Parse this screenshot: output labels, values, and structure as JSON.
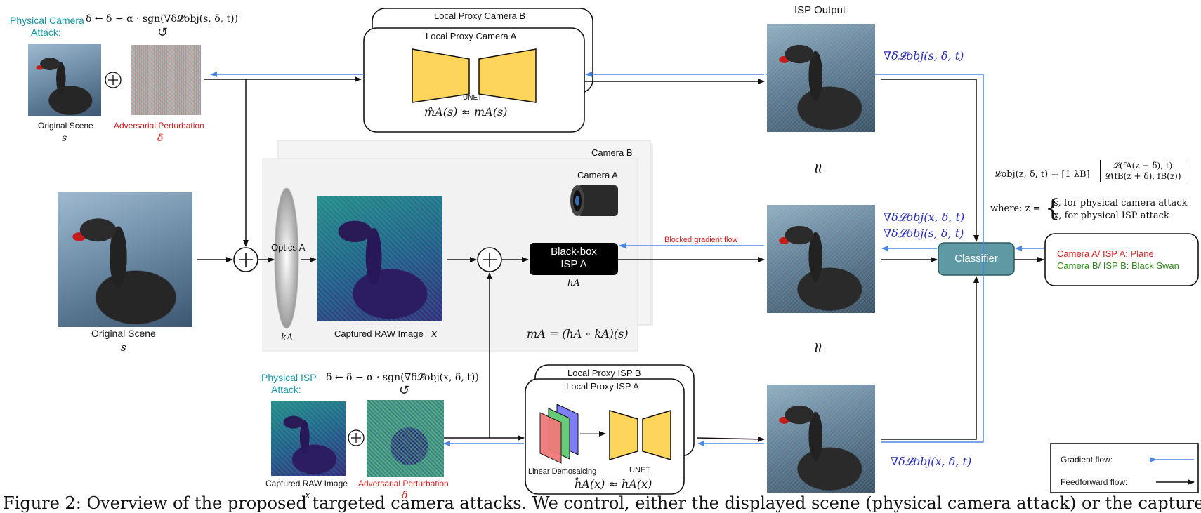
{
  "physical_camera_attack": {
    "title_line1": "Physical Camera",
    "title_line2": "Attack:",
    "update_rule": "δ ← δ − α · sgn(∇δ𝓛̂obj(s, δ, t))",
    "loop_symbol": "↺",
    "plus": "+",
    "original_scene_label": "Original Scene",
    "original_scene_var": "s",
    "perturbation_label": "Adversarial Perturbation",
    "perturbation_var": "δ"
  },
  "proxy_camera": {
    "back_label": "Local Proxy Camera B",
    "front_label": "Local Proxy Camera A",
    "unet_label": "UNET",
    "equation": "m̂A(s) ≈ mA(s)"
  },
  "camera_pipeline": {
    "camera_b_label": "Camera B",
    "camera_a_label": "Camera A",
    "optics_label": "Optics A",
    "optics_var": "kA",
    "raw_label": "Captured RAW Image",
    "raw_var": "x",
    "isp_label_line1": "Black-box",
    "isp_label_line2": "ISP A",
    "isp_var": "hA",
    "equation": "mA = (hA ∘ kA)(s)",
    "blocked_label": "Blocked gradient flow",
    "scene_label": "Original Scene",
    "scene_var": "s"
  },
  "physical_isp_attack": {
    "title_line1": "Physical ISP",
    "title_line2": "Attack:",
    "update_rule": "δ ← δ − α · sgn(∇δ𝓛̂obj(x, δ, t))",
    "loop_symbol": "↺",
    "plus": "+",
    "raw_label": "Captured RAW Image",
    "raw_var": "x",
    "perturbation_label": "Adversarial Perturbation",
    "perturbation_var": "δ"
  },
  "proxy_isp": {
    "back_label": "Local Proxy ISP B",
    "front_label": "Local Proxy ISP A",
    "demosaic_label": "Linear Demosaicing",
    "unet_label": "UNET",
    "equation": "ĥA(x) ≈ hA(x)"
  },
  "isp_output": {
    "title": "ISP Output",
    "approx_symbol": "≈",
    "grad_top": "∇δ𝓛̂obj(s, δ, t)",
    "grad_mid_1": "∇δ𝓛obj(x, δ, t)",
    "grad_mid_2": "∇δ𝓛obj(s, δ, t)",
    "grad_bottom": "∇δ𝓛̂obj(x, δ, t)"
  },
  "classifier": {
    "label": "Classifier",
    "loss_lhs": "𝓛obj(z, δ, t) = [1   λB]",
    "loss_row1": "𝓛(fA(z + δ), t)",
    "loss_row2": "𝓛(fB(z + δ), fB(z))",
    "where_prefix": "where: z =",
    "where_case1": "s,   for physical camera attack",
    "where_case2": "x,   for physical ISP attack",
    "result_a": "Camera A/ ISP A: Plane",
    "result_b": "Camera B/ ISP B: Black Swan"
  },
  "legend": {
    "gradient_label": "Gradient flow:",
    "feedforward_label": "Feedforward flow:"
  },
  "caption": "Figure 2: Overview of the proposed targeted camera attacks. We control, either the displayed scene (physical camera attack) or the capture",
  "colors": {
    "gradient_arrow": "#4a86e8",
    "feedforward_arrow": "#111111",
    "unet_fill": "#fdd55a",
    "classifier_fill": "#5f99a3",
    "teal_text": "#1497a8",
    "red_text": "#d81e1e",
    "green_text": "#2f8a1a",
    "blue_eq": "#2a2fb8"
  }
}
